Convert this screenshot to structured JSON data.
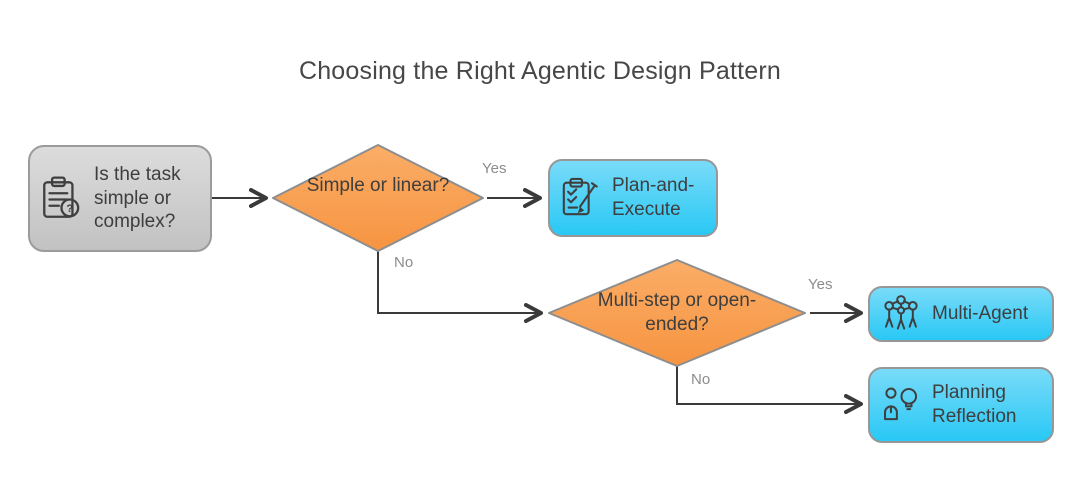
{
  "title": "Choosing the Right Agentic Design Pattern",
  "nodes": {
    "question": {
      "label": "Is the task simple or complex?",
      "icon": "clipboard-question-icon"
    },
    "decision_simple": {
      "label": "Simple or linear?"
    },
    "plan_execute": {
      "label": "Plan-and-Execute",
      "icon": "clipboard-pencil-icon"
    },
    "decision_multistep": {
      "label": "Multi-step or open-ended?"
    },
    "multi_agent": {
      "label": "Multi-Agent",
      "icon": "agent-network-icon"
    },
    "planning_reflection": {
      "label": "Planning Reflection",
      "icon": "person-lightbulb-icon"
    }
  },
  "edge_labels": {
    "decision_simple_yes": "Yes",
    "decision_simple_no": "No",
    "decision_multistep_yes": "Yes",
    "decision_multistep_no": "No"
  },
  "icon_glyphs": {
    "question_mark": "?"
  },
  "colors": {
    "decision_fill_top": "#FBAD67",
    "decision_fill_bottom": "#F69441",
    "result_fill_top": "#79DBF8",
    "result_fill_bottom": "#29C8F5",
    "question_fill_top": "#DCDCDC",
    "question_fill_bottom": "#C2C2C2",
    "node_border": "#979797",
    "diamond_border": "#8E8E8E",
    "arrow": "#3A3A3A",
    "edge_label_text": "#8C8C8C",
    "node_text": "#3E3E3E",
    "title_text": "#474747",
    "background": "#FFFFFF"
  }
}
